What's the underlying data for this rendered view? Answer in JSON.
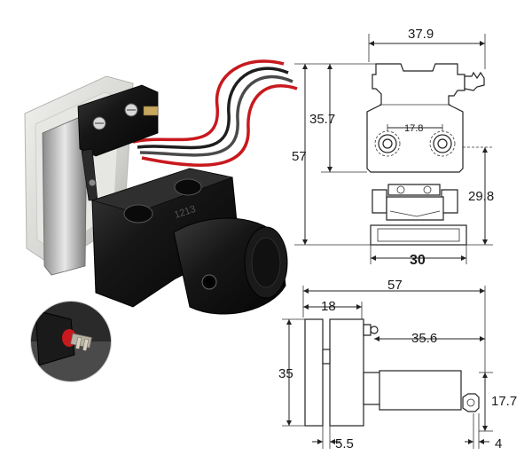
{
  "product": {
    "molded_marking": "1213"
  },
  "front_view": {
    "width": "37.9",
    "height_total": "57",
    "height_upper": "35.7",
    "hole_spacing": "17.8",
    "right_height": "29.8",
    "base_width": "30"
  },
  "side_view": {
    "length_total": "57",
    "body_width": "18",
    "height": "35",
    "outlet_length": "35.6",
    "outlet_height": "17.7",
    "bottom_left": "5.5",
    "bottom_right": "4"
  },
  "colors": {
    "valve_body": "#141414",
    "switch_frame": "#d9d9d6",
    "wire_red": "#c8191e",
    "wire_black": "#1e1e1e",
    "brass_fitting": "#b8b2a4",
    "inset_background": "#3a3a3a"
  }
}
